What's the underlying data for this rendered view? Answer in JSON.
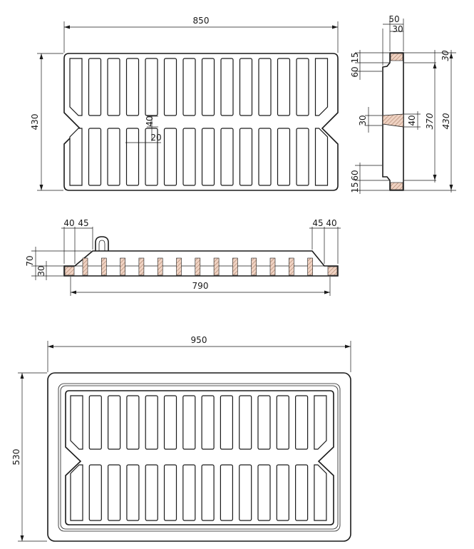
{
  "top_view": {
    "width_label": "850",
    "height_label": "430",
    "rib_label": "40",
    "gap_label": "20"
  },
  "side_view": {
    "w50": "50",
    "w30": "30",
    "t15": "15",
    "t60": "60",
    "t30_top": "30",
    "h370": "370",
    "h430": "430",
    "lug30": "30",
    "lug40": "40",
    "b60": "60",
    "b15": "15"
  },
  "section_view": {
    "l40": "40",
    "l45": "45",
    "r45": "45",
    "r40": "40",
    "h70": "70",
    "h30": "30",
    "length_label": "790"
  },
  "frame_view": {
    "width_label": "950",
    "height_label": "530"
  }
}
